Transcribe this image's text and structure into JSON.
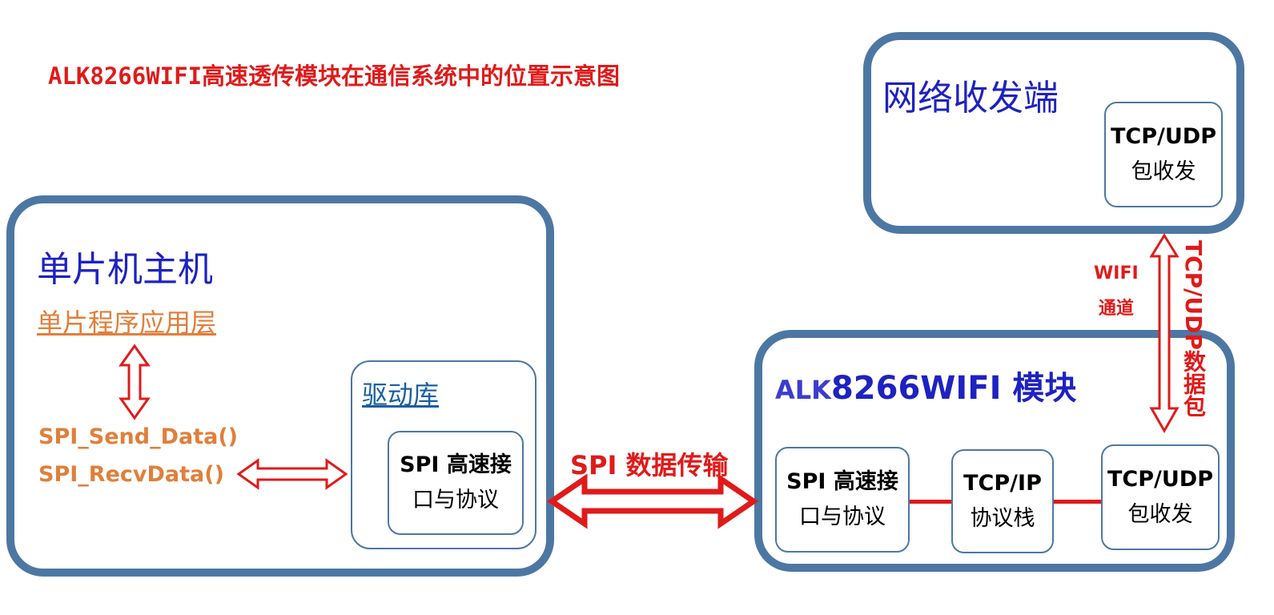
{
  "title": "ALK8266WIFI高速透传模块在通信系统中的位置示意图",
  "network_end": {
    "title": "网络收发端",
    "tcpudp_box": {
      "line1": "TCP/UDP",
      "line2": "包收发"
    }
  },
  "mcu_host": {
    "title": "单片机主机",
    "app_layer": "单片程序应用层",
    "func_send": "SPI_Send_Data()",
    "func_recv": "SPI_RecvData()",
    "driver_lib": {
      "title": "驱动库",
      "spi_box": {
        "line1": "SPI 高速接",
        "line2": "口与协议"
      }
    }
  },
  "spi_transfer_label": "SPI 数据传输",
  "wifi_channel_label": {
    "line1": "WIFI",
    "line2": "通道"
  },
  "tcpudp_packet_label": "TCP/UDP数据包",
  "module": {
    "title_prefix": "ALK",
    "title_rest": "8266WIFI 模块",
    "spi_box": {
      "line1": "SPI 高速接",
      "line2": "口与协议"
    },
    "tcpip_box": {
      "line1": "TCP/IP",
      "line2": "协议栈"
    },
    "tcpudp_box": {
      "line1": "TCP/UDP",
      "line2": "包收发"
    }
  },
  "colors": {
    "box_border": "#4d77a3",
    "title_red": "#e01a1a",
    "heading_blue": "#1e22c0",
    "orange_text": "#e07f3b",
    "arrow_red": "#e01a1a"
  }
}
